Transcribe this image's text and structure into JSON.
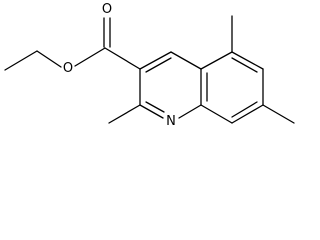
{
  "molecule": {
    "atoms": {
      "oxygen_carbonyl": "O",
      "oxygen_ester": "O",
      "nitrogen_ring": "N"
    }
  },
  "colors": {
    "bond": "#000000",
    "background": "#ffffff"
  }
}
